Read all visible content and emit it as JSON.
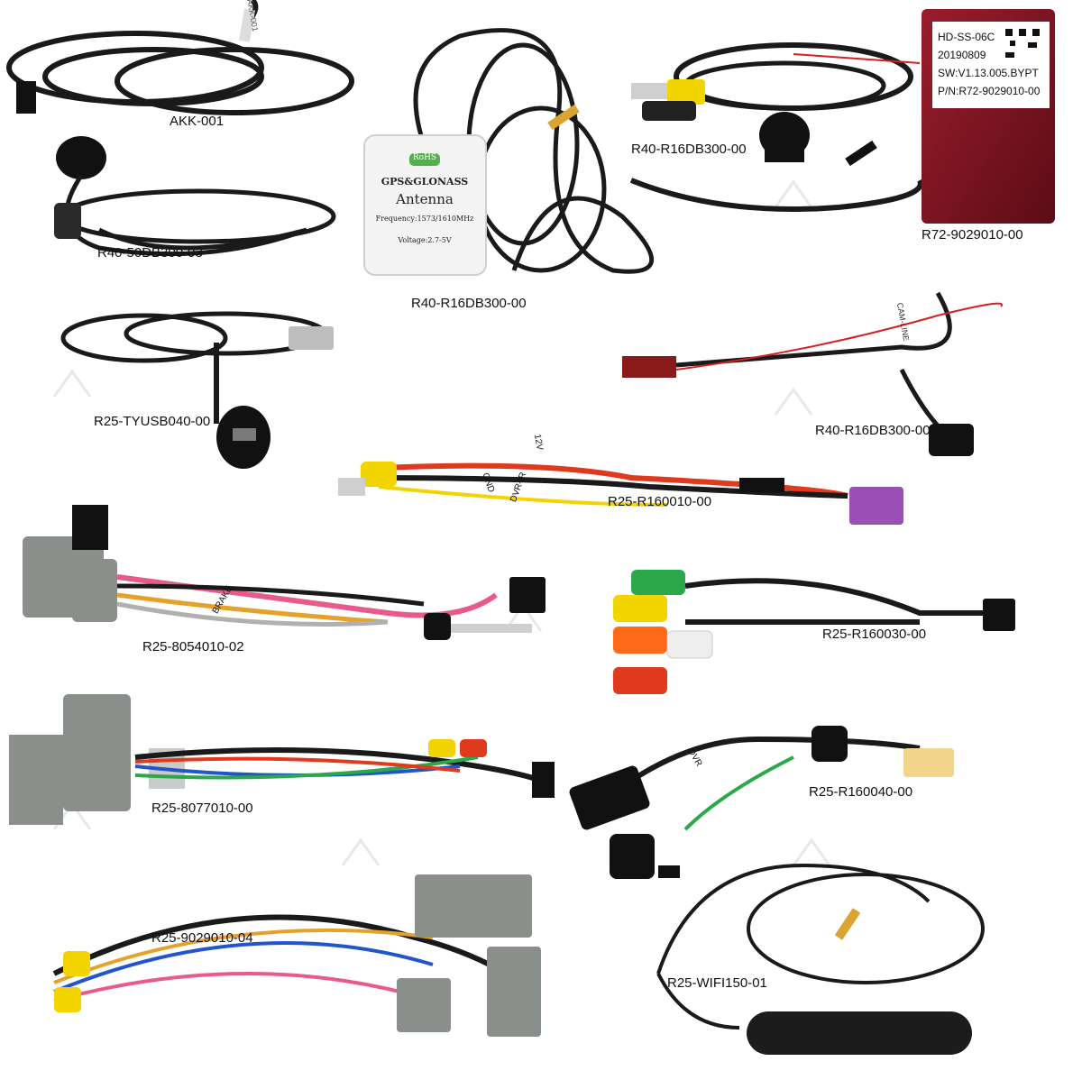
{
  "parts": [
    {
      "code": "AKK-001"
    },
    {
      "code": "R40-50DB300-03"
    },
    {
      "code": "R40-R16DB300-00"
    },
    {
      "code": "R40-R16DB300-00"
    },
    {
      "code": "R72-9029010-00"
    },
    {
      "code": "R25-TYUSB040-00"
    },
    {
      "code": "R40-R16DB300-00"
    },
    {
      "code": "R25-R160010-00"
    },
    {
      "code": "R25-8054010-02"
    },
    {
      "code": "R25-R160030-00"
    },
    {
      "code": "R25-8077010-00"
    },
    {
      "code": "R25-R160040-00"
    },
    {
      "code": "R25-9029010-04"
    },
    {
      "code": "R25-WIFI150-01"
    }
  ],
  "can_module": {
    "line1": "HD-SS-06C",
    "line2": "20190809",
    "line3": "SW:V1.13.005.BYPT",
    "line4": "P/N:R72-9029010-00"
  },
  "antenna": {
    "badge": "RoHS",
    "brand": "GPS&GLONASS",
    "title": "Antenna",
    "frequency": "Frequency:1573/1610MHz",
    "voltage": "Voltage:2.7-5V"
  },
  "cable_tags": {
    "akk": "AKK-001",
    "cam_line": "CAM-LINE",
    "v12": "12V",
    "gnd": "GND",
    "dvr_ir": "DVR-IR",
    "brake": "BRAKE",
    "dvr": "DVR"
  },
  "colors": {
    "cable": "#1a1a1a",
    "red_module": "#7a1420",
    "rca_yellow": "#f2d500",
    "rca_red": "#e03a1e",
    "rca_white": "#eeeeee",
    "rca_green": "#2aa84a",
    "connector_grey": "#8a8f8c",
    "connector_purple": "#9b4fb5",
    "watermark": "#d9dcdf"
  }
}
